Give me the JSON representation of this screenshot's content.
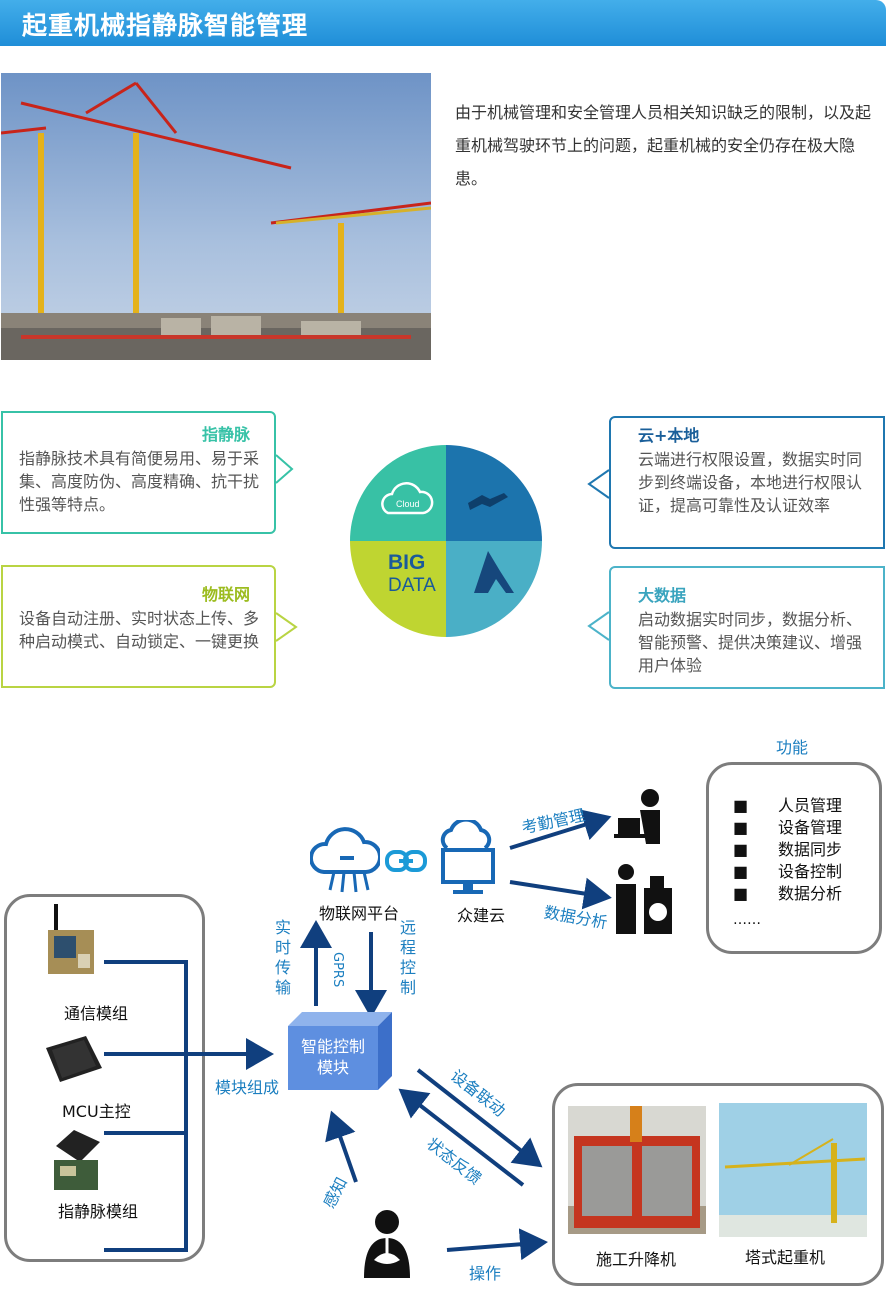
{
  "page_title": "起重机械指静脉智能管理",
  "intro_text": "由于机械管理和安全管理人员相关知识缺乏的限制，以及起重机械驾驶环节上的问题，起重机械的安全仍存在极大隐患。",
  "features": {
    "vein": {
      "title": "指静脉",
      "text": "指静脉技术具有简便易用、易于采集、高度防伪、高度精确、抗干扰性强等特点。"
    },
    "iot": {
      "title": "物联网",
      "text": "设备自动注册、实时状态上传、多种启动模式、自动锁定、一键更换"
    },
    "cloud": {
      "title": "云+本地",
      "text": "云端进行权限设置，数据实时同步到终端设备，本地进行权限认证，提高可靠性及认证效率"
    },
    "bigdata": {
      "title": "大数据",
      "text": "启动数据实时同步，数据分析、智能预警、提供决策建议、增强用户体验"
    }
  },
  "gear": {
    "cloud_label": "Cloud",
    "big_label": "BIG",
    "data_label": "DATA"
  },
  "modules": {
    "comm": "通信模组",
    "mcu": "MCU主控",
    "vein": "指静脉模组"
  },
  "flow": {
    "module_combine": "模块组成",
    "controller_line1": "智能控制",
    "controller_line2": "模块",
    "iot_platform": "物联网平台",
    "cloud_name": "众建云",
    "realtime": "实时传输",
    "gprs": "GPRS",
    "remote": "远程控制",
    "attendance": "考勤管理",
    "analysis": "数据分析",
    "linkage": "设备联动",
    "feedback": "状态反馈",
    "sense": "感知",
    "operate": "操作"
  },
  "functions": {
    "title": "功能",
    "bullet": "■",
    "items": [
      "人员管理",
      "设备管理",
      "数据同步",
      "设备控制",
      "数据分析"
    ],
    "more": "……"
  },
  "machines": {
    "elevator": "施工升降机",
    "crane": "塔式起重机"
  },
  "colors": {
    "accent": "#1f8ed8",
    "arrow": "#103f7e",
    "teal": "#37c2a7",
    "lime": "#b9d443",
    "navy": "#1f77b0",
    "sky": "#4cb3c9"
  }
}
